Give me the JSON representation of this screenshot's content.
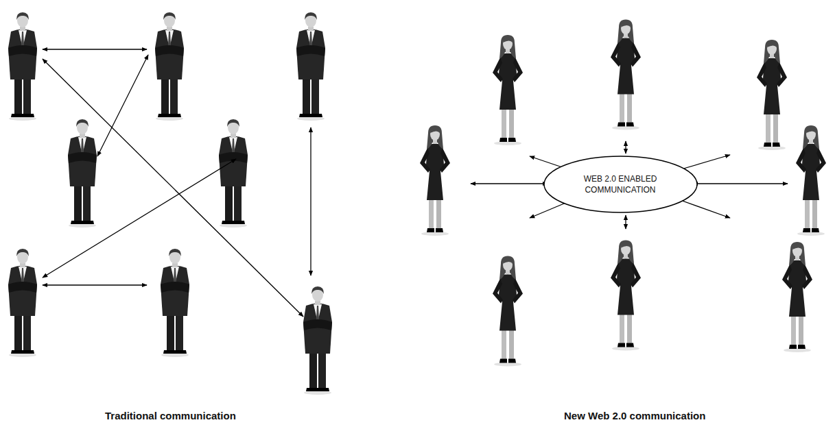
{
  "diagram": {
    "nodes": [
      {
        "text": [
          "WEB 2.0 ENABLED COMMUNICATION"
        ]
      }
    ],
    "labels": [
      "Traditional communication",
      "New Web 2.0 communication"
    ]
  }
}
